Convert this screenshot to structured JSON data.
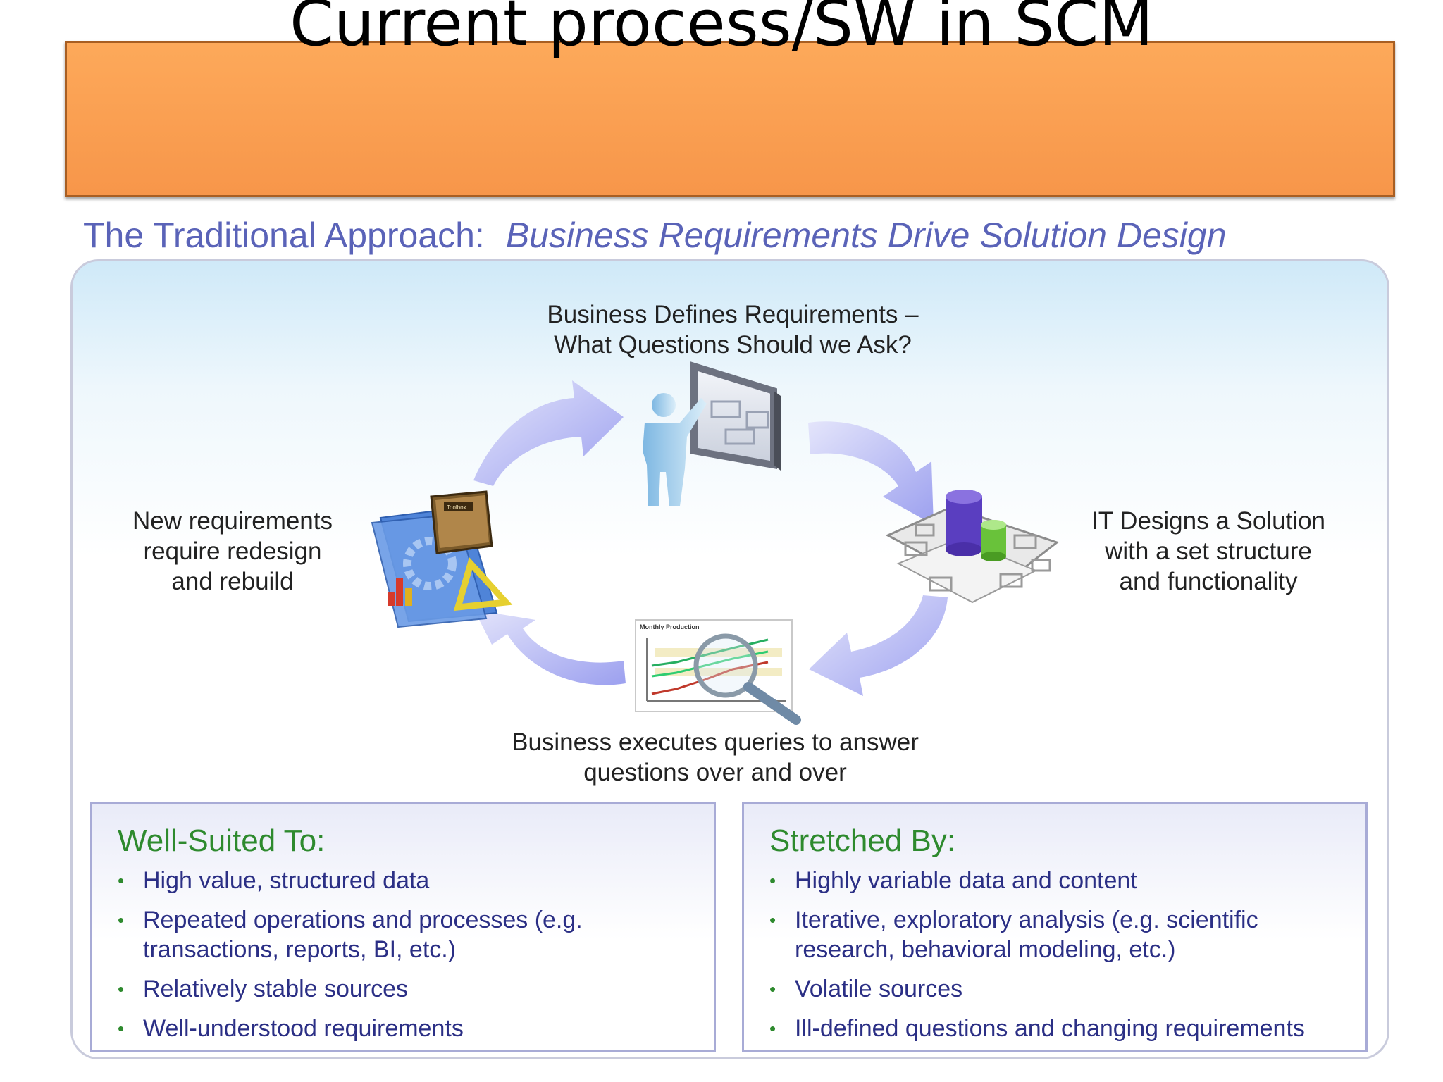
{
  "slide": {
    "title": "Current process/SW in SCM"
  },
  "diagram": {
    "heading": "The Traditional Approach:",
    "subheading": "Business Requirements Drive Solution Design",
    "cycle": {
      "top": [
        "Business Defines Requirements –",
        "What Questions Should we Ask?"
      ],
      "right": [
        "IT Designs a Solution",
        "with a set structure",
        "and functionality"
      ],
      "bottom": [
        "Business executes queries to answer",
        "questions over and over"
      ],
      "left": [
        "New requirements",
        "require redesign",
        "and rebuild"
      ],
      "chart_icon_title": "Monthly Production",
      "book_icon_label": "Toolbox"
    },
    "well_suited": {
      "heading": "Well-Suited To:",
      "items": [
        [
          "High value, structured data"
        ],
        [
          "Repeated operations and processes (e.g.",
          "transactions, reports, BI, etc.)"
        ],
        [
          "Relatively stable sources"
        ],
        [
          "Well-understood requirements"
        ]
      ]
    },
    "stretched": {
      "heading": "Stretched By:",
      "items": [
        [
          "Highly variable data and content"
        ],
        [
          "Iterative, exploratory analysis (e.g. scientific",
          "research, behavioral modeling, etc.)"
        ],
        [
          "Volatile sources"
        ],
        [
          "Ill-defined questions and changing requirements"
        ]
      ]
    }
  }
}
